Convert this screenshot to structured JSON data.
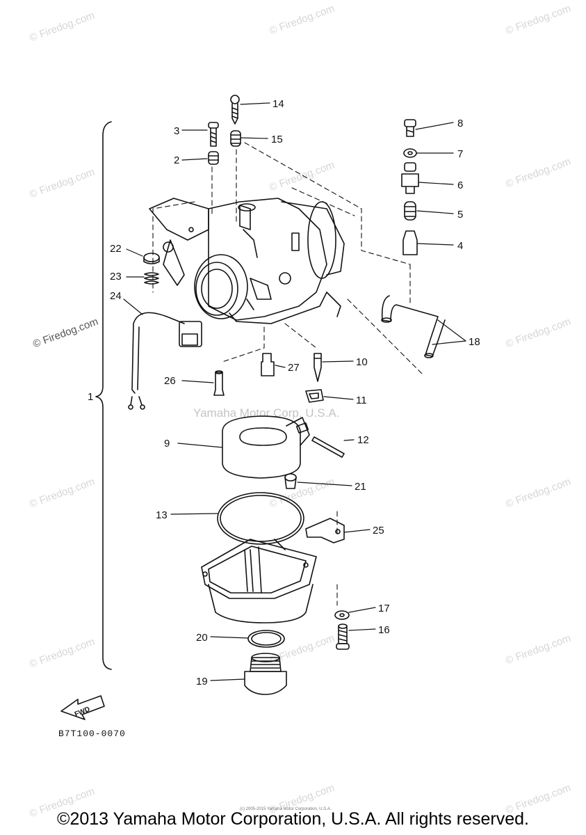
{
  "watermark": "© Firedog.com",
  "center_watermark": "Yamaha Motor Corp, U.S.A.",
  "assembly_number": "1",
  "fwd_label": "FWD",
  "part_code": "B7T100-0070",
  "credit_line": "(c) 2005-2015 Yamaha Motor Corporation, U.S.A.",
  "copyright": "©2013 Yamaha Motor Corporation, U.S.A. All rights reserved.",
  "callouts": [
    "2",
    "3",
    "4",
    "5",
    "6",
    "7",
    "8",
    "9",
    "10",
    "11",
    "12",
    "13",
    "14",
    "15",
    "16",
    "17",
    "18",
    "19",
    "20",
    "21",
    "22",
    "23",
    "24",
    "25",
    "26",
    "27"
  ]
}
